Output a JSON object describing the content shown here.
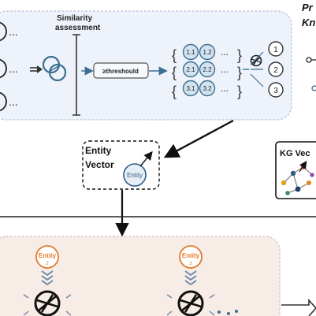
{
  "similarity": {
    "heading_line1": "Similarity",
    "heading_line2": "assessment",
    "ellipsis": "...",
    "threshold_label": "≥threshould",
    "groups": [
      [
        "1.1",
        "1.2"
      ],
      [
        "2.1",
        "2.2"
      ],
      [
        "3.1",
        "3.2"
      ]
    ],
    "results": [
      "1",
      "2",
      "3"
    ]
  },
  "top_right": {
    "title_line1": "Pr",
    "title_line2": "Kn"
  },
  "entity_vector": {
    "title_line1": "Entity",
    "title_line2": "Vector",
    "badge": "Entity"
  },
  "kg_vector": {
    "label": "KG Vec"
  },
  "bottom": {
    "entity_label": "Entity",
    "entity_indices": [
      "2",
      "3"
    ]
  }
}
